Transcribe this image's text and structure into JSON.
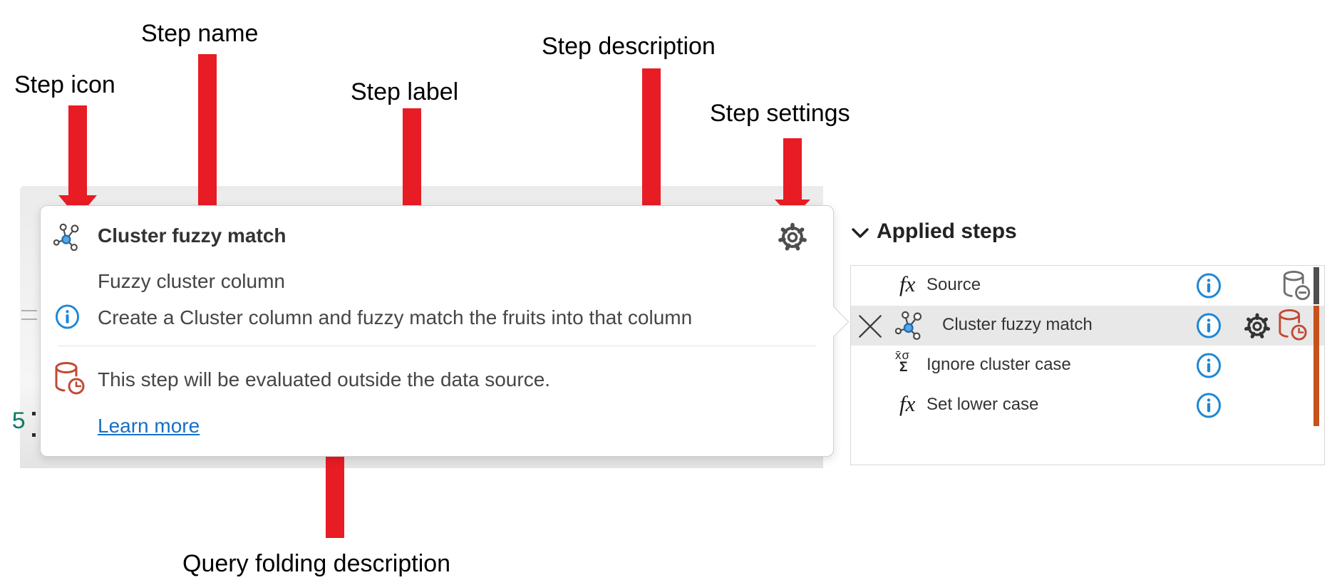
{
  "annotations": {
    "step_icon": "Step icon",
    "step_name": "Step name",
    "step_label": "Step label",
    "step_description": "Step description",
    "step_settings": "Step settings",
    "query_folding_description": "Query folding description"
  },
  "editor_gutter": {
    "line_number": "5"
  },
  "tooltip": {
    "title": "Cluster fuzzy match",
    "step_label": "Fuzzy cluster column",
    "description": "Create a Cluster column and fuzzy match the fruits into that column",
    "query_folding_text": "This step will be evaluated outside the data source.",
    "learn_more_label": "Learn more"
  },
  "applied_steps_panel": {
    "header": "Applied steps",
    "steps": [
      {
        "label": "Source",
        "icon": "fx-icon",
        "has_info": true,
        "has_settings": false,
        "folding_icon": "database-minus-icon",
        "bar_color": "#4f4f4f",
        "selected": false
      },
      {
        "label": "Cluster fuzzy match",
        "icon": "cluster-icon",
        "has_info": true,
        "has_settings": true,
        "folding_icon": "database-clock-icon",
        "bar_color": "#c7521b",
        "selected": true
      },
      {
        "label": "Ignore cluster case",
        "icon": "statistics-icon",
        "has_info": true,
        "has_settings": false,
        "folding_icon": null,
        "selected": false
      },
      {
        "label": "Set lower case",
        "icon": "fx-icon",
        "has_info": true,
        "has_settings": false,
        "folding_icon": null,
        "selected": false
      }
    ]
  },
  "glyphs": {
    "fx": "fx",
    "stats_top": "x̄σ",
    "stats_bottom": "Σ"
  },
  "colors": {
    "arrow_red": "#e81c24",
    "info_blue": "#1e87d5",
    "link_blue": "#1670c5",
    "folding_red": "#c04a33",
    "database_gray": "#6f6f6f",
    "bar_orange": "#c7521b",
    "bar_gray": "#4f4f4f",
    "selected_row_bg": "#e8e8e8",
    "gutter_green": "#0f7b68"
  }
}
